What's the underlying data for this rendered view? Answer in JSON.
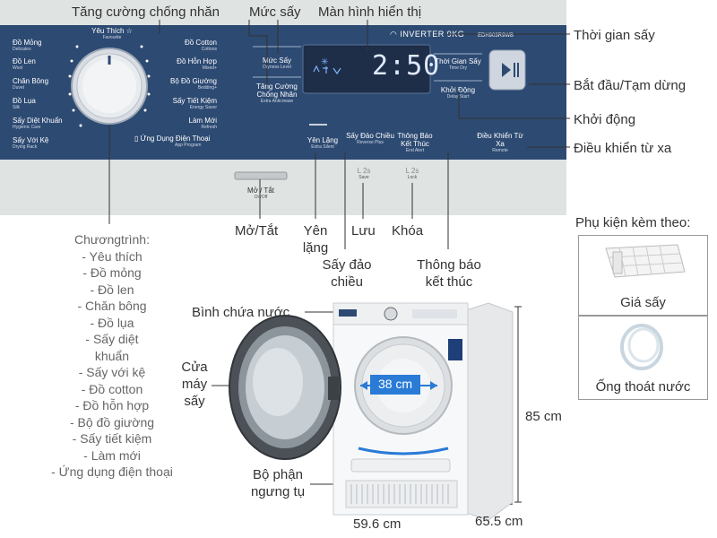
{
  "callouts": {
    "anti_wrinkle": "Tăng cường chống nhăn",
    "dry_level": "Mức sấy",
    "display": "Màn hình hiển thị",
    "dry_time": "Thời gian sấy",
    "start_pause": "Bắt đầu/Tạm dừng",
    "delay_start": "Khởi động",
    "remote": "Điều khiển từ xa",
    "on_off": "Mở/Tắt",
    "silent": "Yên lặng",
    "save": "Lưu",
    "lock": "Khóa",
    "reverse": "Sấy đảo chiều",
    "end_alert": "Thông báo kết thúc",
    "water_tank": "Bình chứa nước",
    "door": "Cửa máy sấy",
    "condenser": "Bộ phận ngưng tụ"
  },
  "dimensions": {
    "drum": "38 cm",
    "height": "85 cm",
    "width": "59.6 cm",
    "depth": "65.5 cm"
  },
  "panel": {
    "brand": "INVERTER 9KG",
    "model": "EDH903R9WB",
    "display_time": "2:50",
    "dial_top": {
      "label": "Yêu Thích",
      "sub": "Favourite"
    },
    "left_programs": [
      {
        "label": "Đồ Mỏng",
        "sub": "Delicates"
      },
      {
        "label": "Đồ Len",
        "sub": "Wool"
      },
      {
        "label": "Chăn Bông",
        "sub": "Duvet"
      },
      {
        "label": "Đồ Lụa",
        "sub": "Silk"
      },
      {
        "label": "Sấy Diệt Khuẩn",
        "sub": "Hygienic Care"
      },
      {
        "label": "Sấy Với Kệ",
        "sub": "Drying Rack"
      }
    ],
    "right_programs": [
      {
        "label": "Đồ Cotton",
        "sub": "Cottons"
      },
      {
        "label": "Đồ Hỗn Hợp",
        "sub": "Mixed+"
      },
      {
        "label": "Bộ Đồ Giường",
        "sub": "Bedding+"
      },
      {
        "label": "Sấy Tiết Kiệm",
        "sub": "Energy Saver"
      },
      {
        "label": "Làm Mới",
        "sub": "Refresh"
      }
    ],
    "app_program": {
      "label": "Ứng Dụng Điện Thoại",
      "sub": "App Program"
    },
    "btn_dry_level": {
      "label": "Mức Sấy",
      "sub": "Dryness Level"
    },
    "btn_anti_crease": {
      "label": "Tăng Cường Chống Nhăn",
      "sub": "Extra Anticrease"
    },
    "btn_time_dry": {
      "label": "Thời Gian Sấy",
      "sub": "Time Dry"
    },
    "btn_delay_start": {
      "label": "Khởi Động",
      "sub": "Delay Start"
    },
    "btn_extra_silent": {
      "label": "Yên Lặng",
      "sub": "Extra Silent"
    },
    "btn_reverse": {
      "label": "Sấy Đảo Chiều",
      "sub": "Reverse Plus"
    },
    "btn_end_alert": {
      "label": "Thông Báo Kết Thúc",
      "sub": "End Alert"
    },
    "btn_remote": {
      "label": "Điều Khiển Từ Xa",
      "sub": "Remote"
    },
    "btn_on_off": {
      "label": "Mở / Tắt",
      "sub": "On/Off"
    },
    "save_sub": "Save",
    "lock_sub": "Lock"
  },
  "program_list": {
    "title": "Chươngtrình:",
    "items": [
      "- Yêu thích",
      "- Đồ mỏng",
      "- Đồ len",
      "- Chăn bông",
      "- Đồ lụa",
      "- Sấy diệt",
      "khuẩn",
      "- Sấy với kệ",
      "- Đồ cotton",
      "- Đồ hỗn hợp",
      "- Bộ đồ giường",
      "- Sấy tiết kiệm",
      "- Làm mới",
      "- Ứng dụng điện thoại"
    ]
  },
  "accessories": {
    "title": "Phụ kiện kèm theo:",
    "rack": "Giá sấy",
    "hose": "Ống thoát nước"
  }
}
